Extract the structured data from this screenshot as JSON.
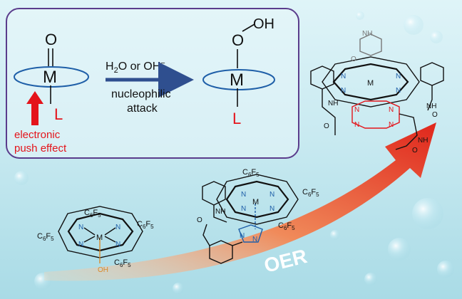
{
  "mechanism_box": {
    "left_atoms": {
      "oxo": "O",
      "metal": "M",
      "ligand": "L"
    },
    "push_label_line1": "electronic",
    "push_label_line2": "push effect",
    "arrow_label_reagent_prefix": "H",
    "arrow_label_reagent_sub": "2",
    "arrow_label_reagent_mid": "O or OH",
    "arrow_label_reagent_sup": "−",
    "arrow_label_line2": "nucleophilic",
    "arrow_label_line3": "attack",
    "right_atoms": {
      "o1": "O",
      "oh": "OH",
      "metal": "M",
      "ligand": "L"
    }
  },
  "porphyrin_bottom_left": {
    "c6f5_prefix": "C",
    "c6f5_sub1": "6",
    "c6f5_mid": "F",
    "c6f5_sub2": "5",
    "n": "N",
    "metal": "M",
    "axial": "OH"
  },
  "porphyrin_middle": {
    "n": "N",
    "metal": "M",
    "nh": "NH",
    "carbonyl_o": "O"
  },
  "porphyrin_top_right": {
    "n": "N",
    "metal": "M",
    "nh": "NH",
    "carbonyl_o": "O",
    "nh_top": "NH"
  },
  "oer_label": "OER",
  "colors": {
    "box_border": "#5a3c8c",
    "ellipse": "#1f5fa8",
    "push_red": "#e4141b",
    "reagent_arrow": "#2f4f8f",
    "oer_arrow_start": "#f6c59a",
    "oer_arrow_end": "#e0261c",
    "cyclen_red": "#e4141b",
    "axial_orange": "#d9892a"
  }
}
